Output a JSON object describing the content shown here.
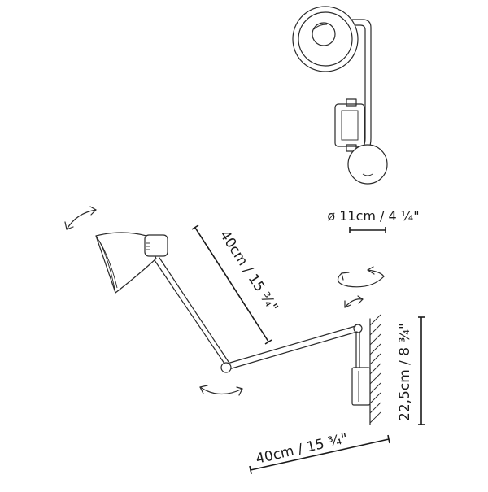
{
  "dimensions": {
    "shade_diameter": "ø 11cm / 4 ¼\"",
    "arm_length": "40cm / 15 ¾\"",
    "projection": "40cm / 15 ¾\"",
    "bracket_height": "22,5cm / 8 ¾\""
  },
  "colors": {
    "line": "#2a2a2a",
    "shade_fill": "#ffffff"
  }
}
